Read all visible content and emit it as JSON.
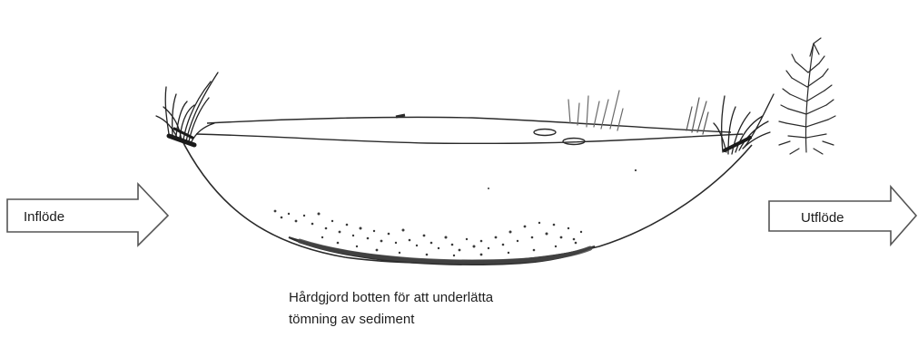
{
  "inflow_label": "Inflöde",
  "outflow_label": "Utflöde",
  "caption": {
    "line1": "Hårdgjord botten för att underlätta",
    "line2": "tömning av sediment"
  }
}
